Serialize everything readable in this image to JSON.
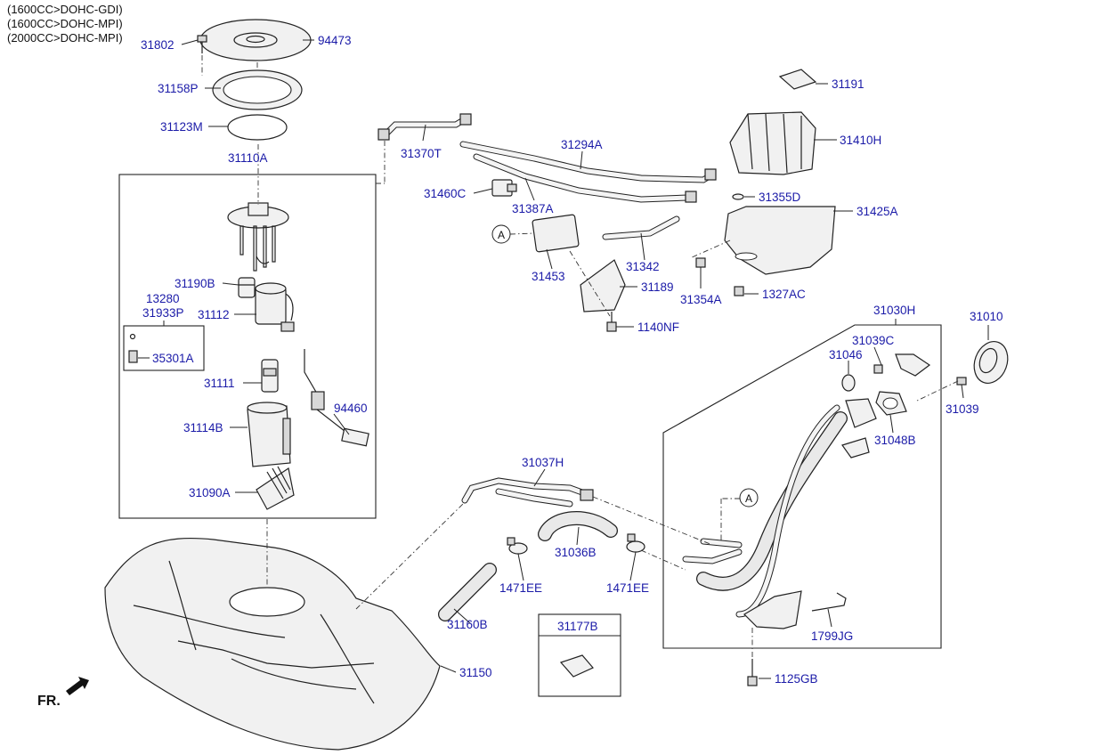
{
  "engine_notes": [
    "(1600CC>DOHC-GDI)",
    "(1600CC>DOHC-MPI)",
    "(2000CC>DOHC-MPI)"
  ],
  "fr_label": "FR.",
  "ref_marker": "A",
  "labels": {
    "p31802": "31802",
    "p94473": "94473",
    "p31158P": "31158P",
    "p31123M": "31123M",
    "p31110A": "31110A",
    "p31190B": "31190B",
    "p13280": "13280",
    "p31933P": "31933P",
    "p31112": "31112",
    "p35301A": "35301A",
    "p31111": "31111",
    "p94460": "94460",
    "p31114B": "31114B",
    "p31090A": "31090A",
    "p31370T": "31370T",
    "p31294A": "31294A",
    "p31460C": "31460C",
    "p31387A": "31387A",
    "p31191": "31191",
    "p31410H": "31410H",
    "p31355D": "31355D",
    "p31425A": "31425A",
    "p31453": "31453",
    "p31342": "31342",
    "p31189": "31189",
    "p31354A": "31354A",
    "p1327AC": "1327AC",
    "p1140NF": "1140NF",
    "p31030H": "31030H",
    "p31010": "31010",
    "p31039C": "31039C",
    "p31046": "31046",
    "p31039": "31039",
    "p31048B": "31048B",
    "p31037H": "31037H",
    "p31036B": "31036B",
    "p1471EE_left": "1471EE",
    "p1471EE_right": "1471EE",
    "p31160B": "31160B",
    "p31177B": "31177B",
    "p1799JG": "1799JG",
    "p31150": "31150",
    "p1125GB": "1125GB"
  }
}
